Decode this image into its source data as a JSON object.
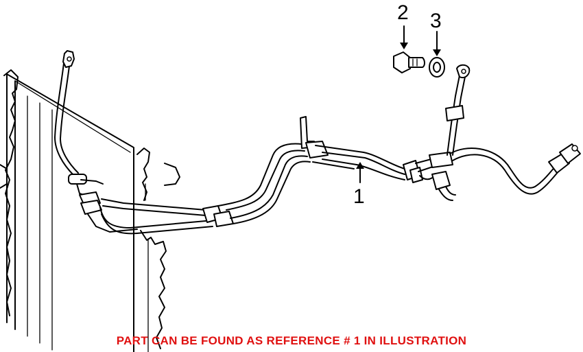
{
  "callouts": [
    {
      "id": "1",
      "label": "1"
    },
    {
      "id": "2",
      "label": "2"
    },
    {
      "id": "3",
      "label": "3"
    }
  ],
  "footer": {
    "text": "PART CAN BE FOUND AS REFERENCE # 1 IN ILLUSTRATION",
    "color": "#e01010"
  }
}
